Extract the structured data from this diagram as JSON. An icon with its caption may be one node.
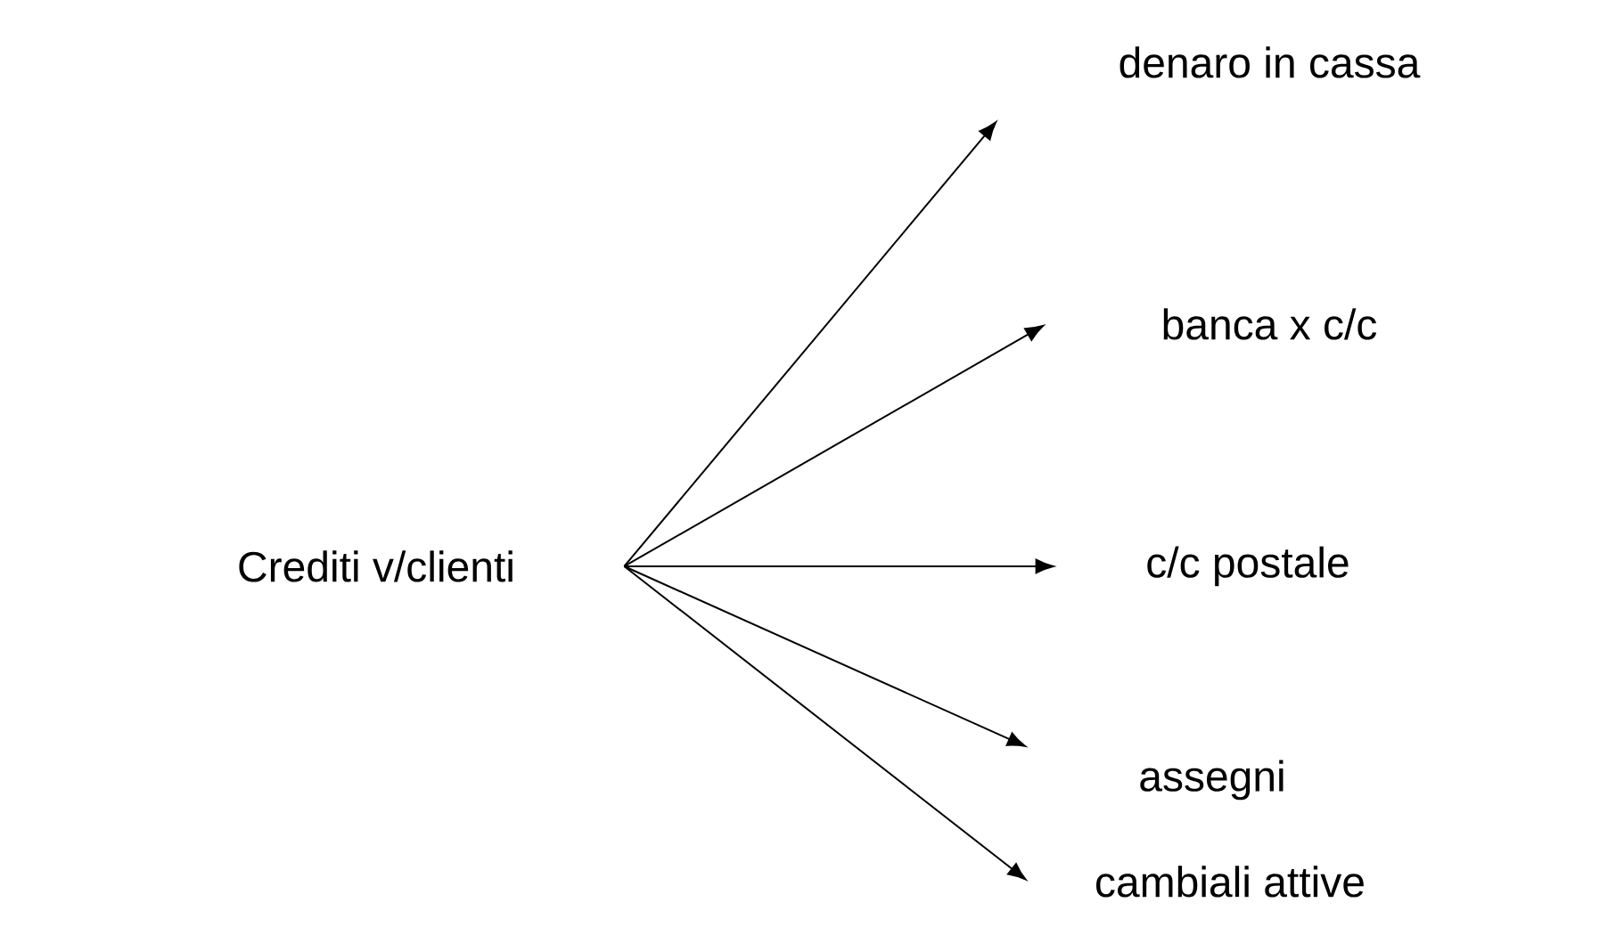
{
  "diagram": {
    "nodes": [
      {
        "text": [
          "Crediti v/clienti"
        ]
      },
      {
        "text": [
          "denaro in cassa"
        ]
      },
      {
        "text": [
          "banca x c/c"
        ]
      },
      {
        "text": [
          "c/c postale"
        ]
      },
      {
        "text": [
          "assegni"
        ]
      },
      {
        "text": [
          "cambiali attive"
        ]
      }
    ],
    "edges": [
      {
        "from": 0,
        "to": 1,
        "arrow": "to"
      },
      {
        "from": 0,
        "to": 2,
        "arrow": "to"
      },
      {
        "from": 0,
        "to": 3,
        "arrow": "to"
      },
      {
        "from": 0,
        "to": 4,
        "arrow": "to"
      },
      {
        "from": 0,
        "to": 5,
        "arrow": "to"
      }
    ]
  }
}
